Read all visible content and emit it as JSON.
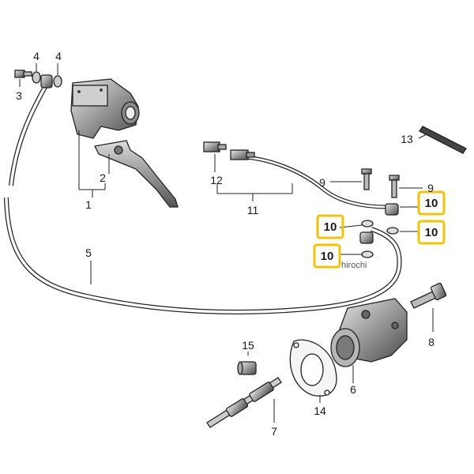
{
  "diagram": {
    "callouts": {
      "c1": "1",
      "c2": "2",
      "c3": "3",
      "c4a": "4",
      "c4b": "4",
      "c5": "5",
      "c6": "6",
      "c7": "7",
      "c8": "8",
      "c9a": "9",
      "c9b": "9",
      "c10a": "10",
      "c10b": "10",
      "c10c": "10",
      "c10d": "10",
      "c11": "11",
      "c12": "12",
      "c13": "13",
      "c14": "14",
      "c15": "15"
    },
    "highlight_color": "#f2c300",
    "watermark": "hirochi"
  }
}
